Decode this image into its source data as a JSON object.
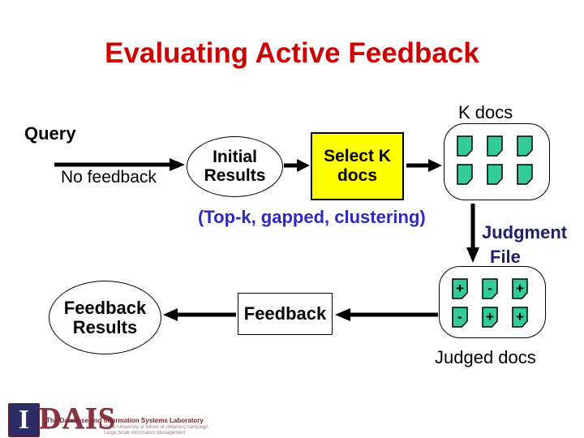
{
  "slide": {
    "title": "Evaluating Active Feedback",
    "colors": {
      "title_red": "#cc0000",
      "caption_blue": "#2b2bc4",
      "navy_text": "#1f1f6e",
      "doc_green": "#33cc99",
      "select_yellow": "#ffff00",
      "logo_navy": "#2d2d66",
      "logo_maroon": "#8c3342"
    },
    "labels": {
      "k_docs": "K docs",
      "query": "Query",
      "no_feedback": "No feedback",
      "topk_caption": "(Top-k, gapped, clustering)",
      "judgment_file_line1": "Judgment",
      "judgment_file_line2": "File",
      "judged_docs": "Judged docs"
    },
    "nodes": {
      "initial_results": {
        "line1": "Initial",
        "line2": "Results"
      },
      "select_k_docs": {
        "line1": "Select K",
        "line2": "docs"
      },
      "feedback_box": "Feedback",
      "feedback_results": {
        "line1": "Feedback",
        "line2": "Results"
      }
    },
    "judged_box": {
      "signs": [
        "+",
        "-",
        "+",
        "-",
        "+",
        "+"
      ]
    },
    "logo": {
      "i_mark": "I",
      "dais": "DAIS",
      "lab_name": "The Database and Information Systems Laboratory",
      "sub_line1": "of the University of Illinois at Urbana-Champaign",
      "sub_line2": "Large Scale Information Management"
    }
  }
}
